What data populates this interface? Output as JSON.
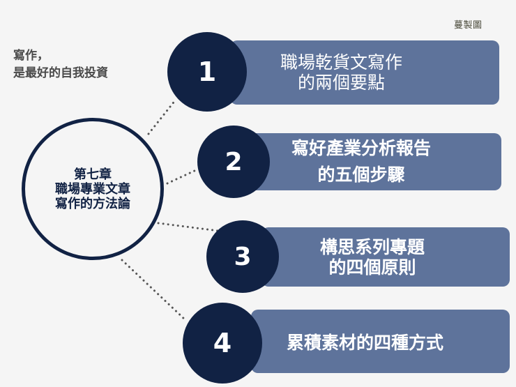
{
  "credit": "蔓製圖",
  "tagline": {
    "line1": "寫作，",
    "line2": "是最好的自我投資"
  },
  "hub": {
    "line1": "第七章",
    "line2": "職場專業文章",
    "line3": "寫作的方法論"
  },
  "items": [
    {
      "number": "1",
      "label": "職場乾貨文寫作\n的兩個要點"
    },
    {
      "number": "2",
      "label": "寫好產業分析報告\n的五個步驟"
    },
    {
      "number": "3",
      "label": "構思系列專題\n的四個原則"
    },
    {
      "number": "4",
      "label": "累積素材的四種方式"
    }
  ],
  "colors": {
    "background": "#f5f5f5",
    "navy": "#112244",
    "bar": "#5e739b",
    "dots": "#555555"
  }
}
